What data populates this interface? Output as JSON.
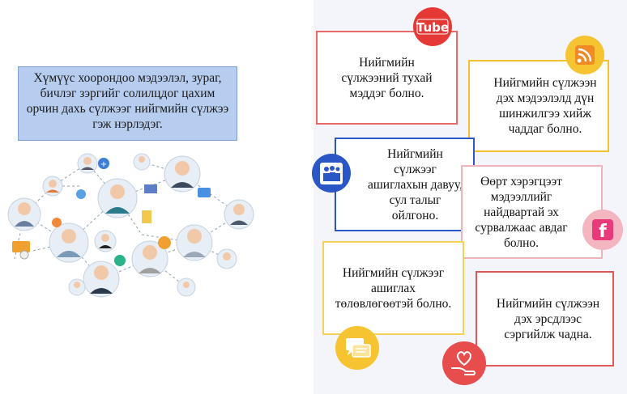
{
  "definition": "Хүмүүс хоорондоо мэдээлэл, зураг, бичлэг зэргийг солилцдог цахим орчин дахь сүлжээг нийгмийн сүлжээ гэж нэрлэдэг.",
  "cards": [
    {
      "text": "Нийгмийн сүлжээний тухай мэддэг болно."
    },
    {
      "text": "Нийгмийн сүлжээн дэх мэдээлэлд дүн шинжилгээ хийж чаддаг болно."
    },
    {
      "text": "Нийгмийн сүлжээг ашиглахын давуу, сул талыг ойлгоно."
    },
    {
      "text": "Өөрт хэрэгцээт мэдээллийг найдвартай эх сурвалжаас авдаг болно."
    },
    {
      "text": "Нийгмийн сүлжээг ашиглах төлөвлөгөөтэй болно."
    },
    {
      "text": "Нийгмийн сүлжээн дэх эрсдлээс сэргийлж чадна."
    }
  ],
  "logo_text": {
    "youtube": "Tube"
  },
  "colors": {
    "definition_bg": "#b7cdef",
    "red": "#e05757",
    "yellow": "#f2c12e",
    "blue": "#2a56c6",
    "pink": "#f0b3ba",
    "light_yellow": "#f2d25a"
  },
  "icons": [
    "youtube-icon",
    "rss-icon",
    "myspace-icon",
    "facebook-icon",
    "chat-icon",
    "heart-hand-icon"
  ]
}
